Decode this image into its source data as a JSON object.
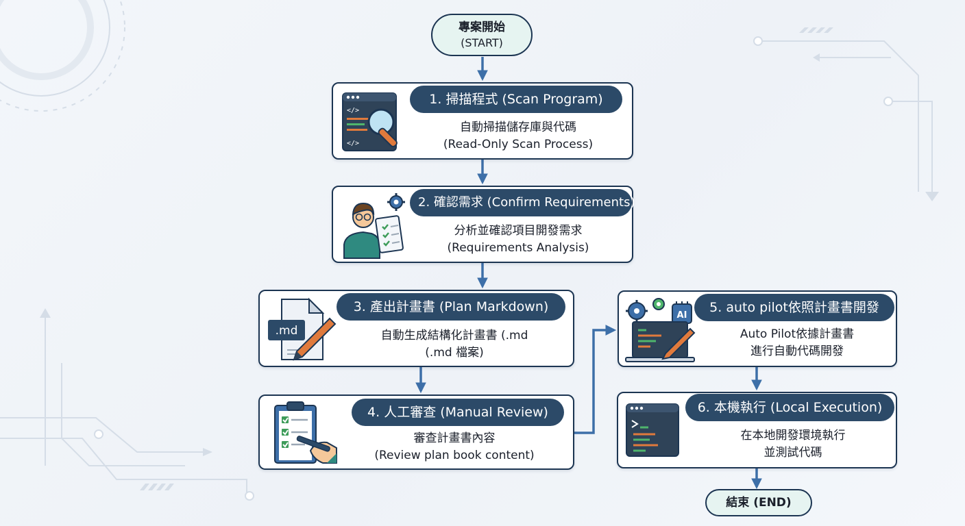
{
  "start": {
    "line1": "專案開始",
    "line2": "(START)"
  },
  "end": {
    "label": "結束 (END)"
  },
  "steps": [
    {
      "title": "1. 掃描程式 (Scan Program)",
      "line1": "自動掃描儲存庫與代碼",
      "line2": "(Read-Only Scan Process)"
    },
    {
      "title": "2. 確認需求 (Confirm Requirements)",
      "line1": "分析並確認項目開發需求",
      "line2": "(Requirements Analysis)"
    },
    {
      "title": "3. 產出計畫書 (Plan Markdown)",
      "line1": "自動生成結構化計畫書 (.md",
      "line2": "(.md 檔案)",
      "icon_text": ".md"
    },
    {
      "title": "4. 人工審查 (Manual Review)",
      "line1": "審查計畫書內容",
      "line2": "(Review plan book content)"
    },
    {
      "title": "5. auto pilot依照計畫書開發",
      "line1": "Auto Pilot依據計畫書",
      "line2": "進行自動代碼開發",
      "icon_text": "AI"
    },
    {
      "title": "6. 本機執行 (Local Execution)",
      "line1": "在本地開發環境執行",
      "line2": "並測試代碼"
    }
  ],
  "icons": [
    "code-scan-magnifier-icon",
    "developer-checklist-gear-icon",
    "markdown-file-pen-icon",
    "clipboard-checklist-pen-icon",
    "ai-laptop-gears-icon",
    "terminal-window-icon"
  ],
  "colors": {
    "title_bg": "#2c4a68",
    "border": "#1c3552",
    "arrow": "#3d6fa8",
    "pill_bg": "#e6f4f1",
    "check": "#3e9c5a"
  }
}
